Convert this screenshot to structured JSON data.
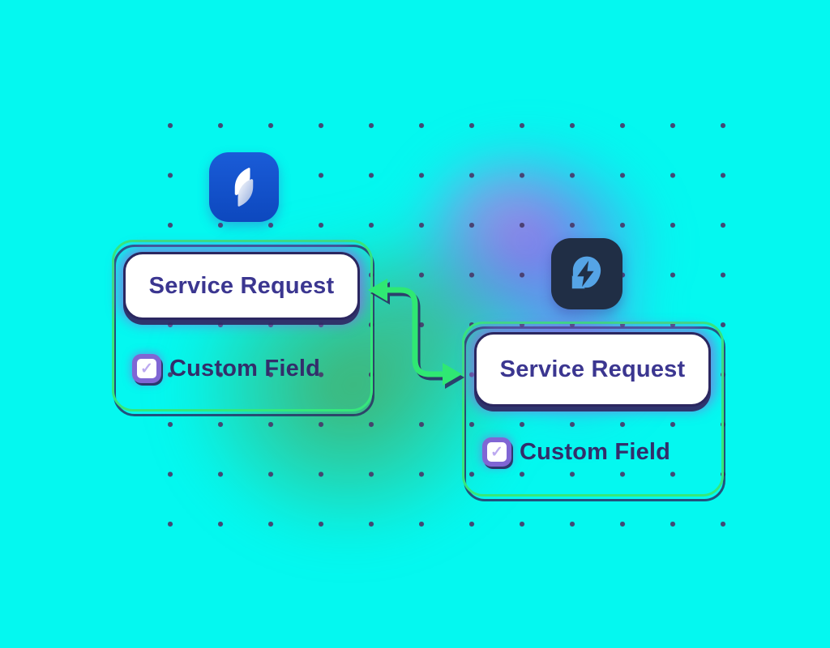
{
  "palette": {
    "background": "#04F8F0",
    "blob_green": "#4CA861",
    "blob_purple": "#965AEB",
    "blob_pink": "#D878DC",
    "dot_grid": "#473969",
    "card_border_green": "#35E87B",
    "arrow_green": "#2FE873",
    "navy_shadow": "#2B2760",
    "pill_title_text": "#3B3690",
    "field_label_text": "#332E6B",
    "pill_glow_purple": "#8C68E0",
    "checkbox_ring": "#8066D4",
    "checkbox_check": "#BCA9F0",
    "source_icon_blue": "#1356CF",
    "target_icon_bg": "#202E45",
    "target_icon_glyph_blue": "#55A4E6"
  },
  "source_card": {
    "title": "Service Request",
    "field": {
      "label": "Custom Field",
      "checked": true,
      "check_glyph": "✓"
    }
  },
  "target_card": {
    "title": "Service Request",
    "field": {
      "label": "Custom Field",
      "checked": true,
      "check_glyph": "✓"
    }
  },
  "icons": {
    "source_app": "jira-service-management",
    "target_app": "lightning-bolt-app"
  },
  "connector": {
    "direction": "bidirectional"
  }
}
